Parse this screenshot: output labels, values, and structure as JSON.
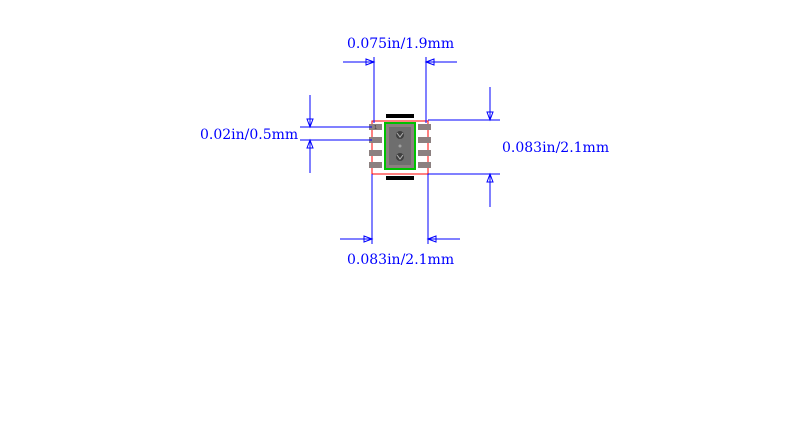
{
  "colors": {
    "background": "#ffffff",
    "dimension": "#0000ff",
    "courtyard": "#ff0000",
    "body_outline": "#00c000",
    "pad": "#8c8080",
    "pad_dark": "#404040",
    "silkscreen": "#000000",
    "thermal": "#707070"
  },
  "dimensions": {
    "top_width": "0.075in/1.9mm",
    "pitch": "0.02in/0.5mm",
    "height": "0.083in/2.1mm",
    "bottom_width": "0.083in/2.1mm"
  },
  "footprint": {
    "pins_per_side": 4,
    "pin_mark": "1"
  }
}
